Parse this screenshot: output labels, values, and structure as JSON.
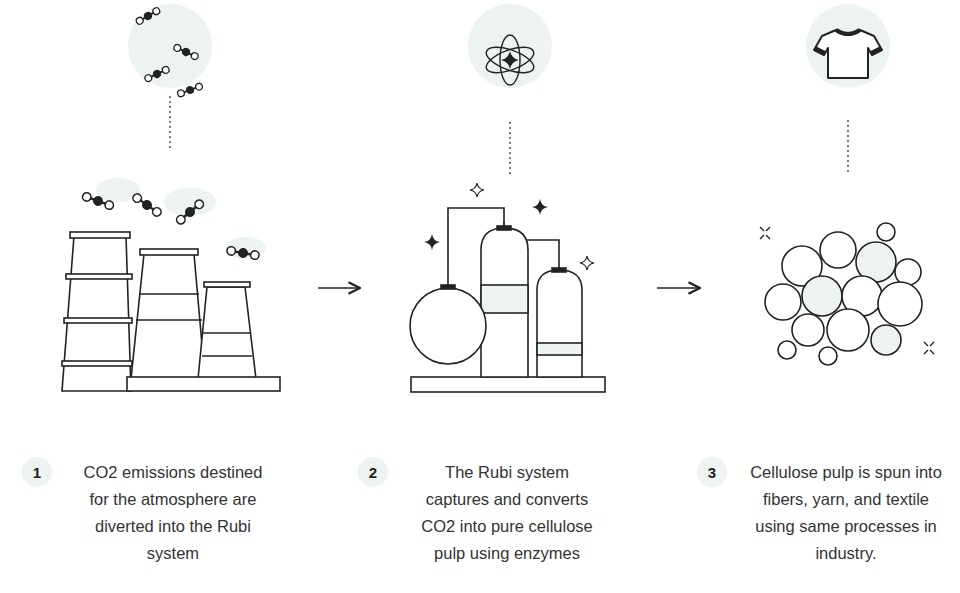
{
  "diagram": {
    "nodes": [
      {
        "text": [
          "1"
        ]
      },
      {
        "text": [
          "2"
        ]
      },
      {
        "text": [
          "3"
        ]
      }
    ],
    "labels": [
      "CO2 emissions destined for the atmosphere are diverted into the Rubi system",
      "The Rubi system captures and converts CO2 into pure cellulose pulp using enzymes",
      "Cellulose pulp is spun into fibers, yarn, and textile using same processes in industry."
    ]
  }
}
